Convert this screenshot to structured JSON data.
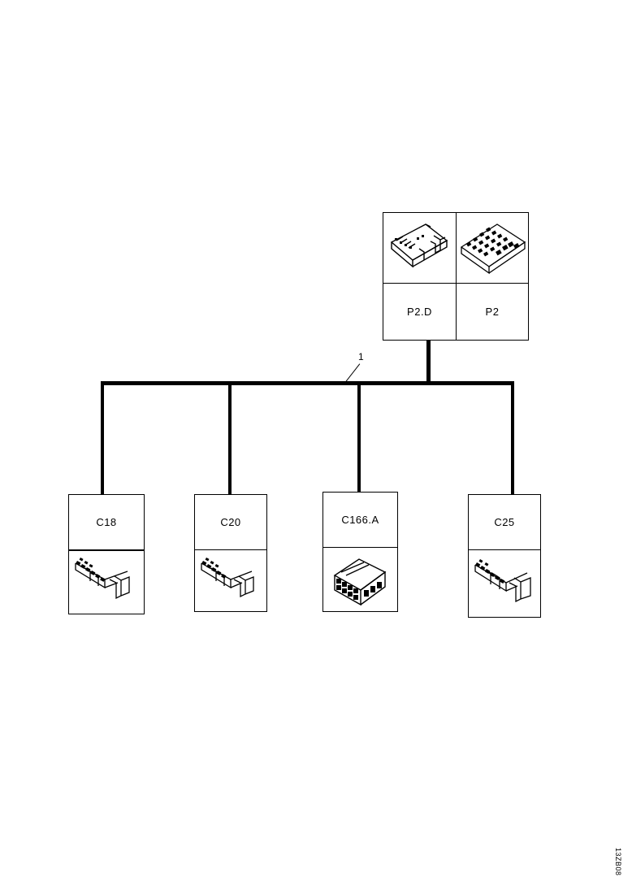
{
  "diagram": {
    "callout": {
      "number": "1"
    },
    "reference_code": "13ZB08",
    "module": {
      "cells": [
        {
          "label": "P2.D",
          "art": "connector-ribbon-icon"
        },
        {
          "label": "P2",
          "art": "connector-multipin-icon"
        }
      ]
    },
    "connectors": [
      {
        "label": "C18",
        "art": "connector-inline-icon"
      },
      {
        "label": "C20",
        "art": "connector-inline-icon"
      },
      {
        "label": "C166.A",
        "art": "connector-block-icon"
      },
      {
        "label": "C25",
        "art": "connector-inline-icon"
      }
    ]
  }
}
